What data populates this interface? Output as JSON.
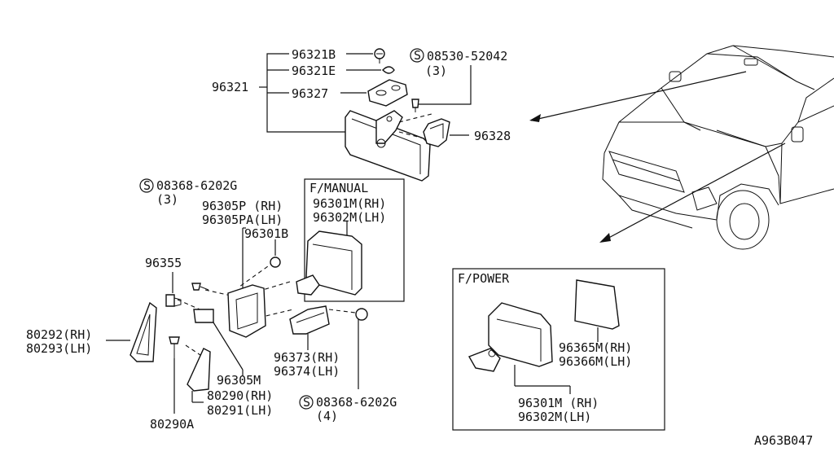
{
  "labels": {
    "p96321B": "96321B",
    "p96321E": "96321E",
    "p96321": "96321",
    "p96327": "96327",
    "s08530": "08530-52042",
    "s08530_qty": "(3)",
    "p96328": "96328",
    "s08368_top": "08368-6202G",
    "s08368_top_qty": "(3)",
    "p96305P": "96305P (RH)",
    "p96305PA": "96305PA(LH)",
    "p96301B": "96301B",
    "p96355": "96355",
    "manual_title": "F/MANUAL",
    "manual_rh": "96301M(RH)",
    "manual_lh": "96302M(LH)",
    "power_title": "F/POWER",
    "p96365M": "96365M(RH)",
    "p96366M": "96366M(LH)",
    "power_rh": "96301M (RH)",
    "power_lh": "96302M(LH)",
    "p80292": "80292(RH)",
    "p80293": "80293(LH)",
    "p96305M": "96305M",
    "p80290": "80290(RH)",
    "p80291": "80291(LH)",
    "p80290A": "80290A",
    "p96373": "96373(RH)",
    "p96374": "96374(LH)",
    "s08368_bot": "08368-6202G",
    "s08368_bot_qty": "(4)",
    "drawing_no": "A963B047"
  },
  "icons": {
    "screw_symbol": "S"
  }
}
